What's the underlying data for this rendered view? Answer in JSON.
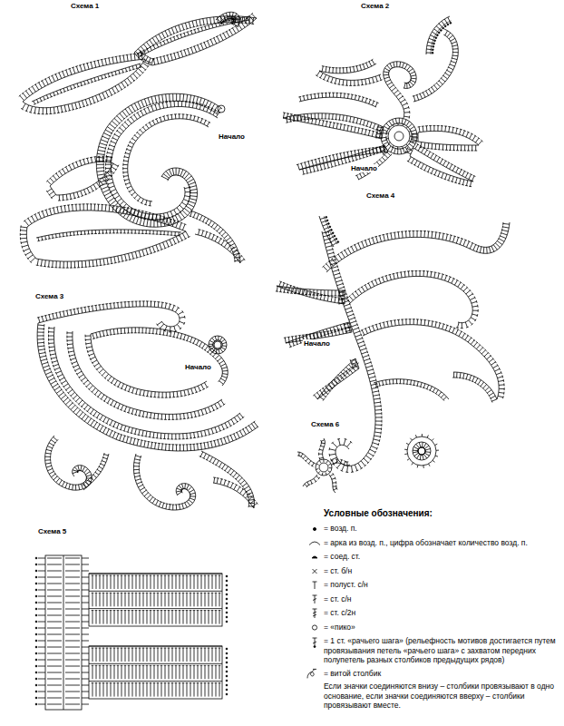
{
  "diagram": {
    "labels": [
      "Схема 1",
      "Начало",
      "Схема 2",
      "Начало",
      "Схема 4",
      "Начало",
      "Схема 3",
      "Начало",
      "Схема 6",
      "Схема 5",
      "Условные обозначения:",
      "Если значки соединяются внизу – столбики провязывают в одно основание, если значки соединяются вверху – столбики провязывают вместе."
    ],
    "legend": [
      {
        "text": "= возд. п."
      },
      {
        "text": "= арка из возд. п., цифра обозначает количество возд. п."
      },
      {
        "text": "= соед. ст."
      },
      {
        "text": "= ст. б/н"
      },
      {
        "text": "= полуст. с/н"
      },
      {
        "text": "= ст. с/н"
      },
      {
        "text": "= ст. с/2н"
      },
      {
        "text": "= «пико»"
      },
      {
        "text": "= 1 ст. «рачьего шага» (рельефность мотивов достигается путем провязывания петель «рачьего шага» с захватом передних полупетель разных столбиков предыдущих рядов)"
      },
      {
        "text": "= витой столбик"
      }
    ]
  }
}
